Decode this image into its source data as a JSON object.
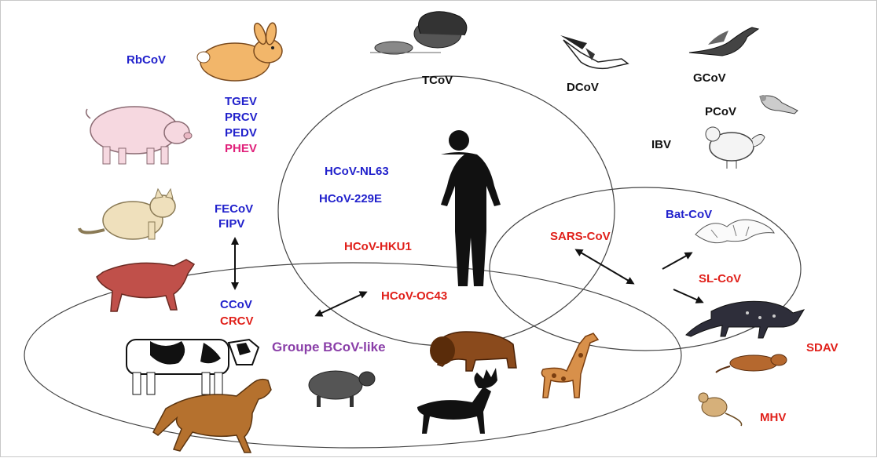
{
  "colors": {
    "blue_label": "#2222cc",
    "red_label": "#e0201a",
    "pink_label": "#e0207a",
    "black_label": "#111111",
    "group_label": "#8a3fa8"
  },
  "labels": {
    "rbcov": "RbCoV",
    "tgev": "TGEV",
    "prcv": "PRCV",
    "pedv": "PEDV",
    "phev": "PHEV",
    "fecov": "FECoV",
    "fipv": "FIPV",
    "ccov": "CCoV",
    "crcv": "CRCV",
    "tcov": "TCoV",
    "dcov": "DCoV",
    "gcov": "GCoV",
    "pcov": "PCoV",
    "ibv": "IBV",
    "hcov_nl63": "HCoV-NL63",
    "hcov_229e": "HCoV-229E",
    "hcov_hku1": "HCoV-HKU1",
    "hcov_oc43": "HCoV-OC43",
    "sars_cov": "SARS-CoV",
    "bat_cov": "Bat-CoV",
    "sl_cov": "SL-CoV",
    "sdav": "SDAV",
    "mhv": "MHV",
    "group_bcov": "Groupe BCoV-like"
  },
  "illustrations": [
    "rabbit-icon",
    "pig-icon",
    "cat-icon",
    "dog-icon",
    "turkey-icon",
    "duck-icon",
    "goose-icon",
    "pigeon-icon",
    "chicken-icon",
    "human-icon",
    "bat-icon",
    "civet-icon",
    "cow-icon",
    "horse-icon",
    "sheep-icon",
    "bison-icon",
    "moose-icon",
    "giraffe-icon",
    "rat-icon",
    "mouse-icon"
  ]
}
